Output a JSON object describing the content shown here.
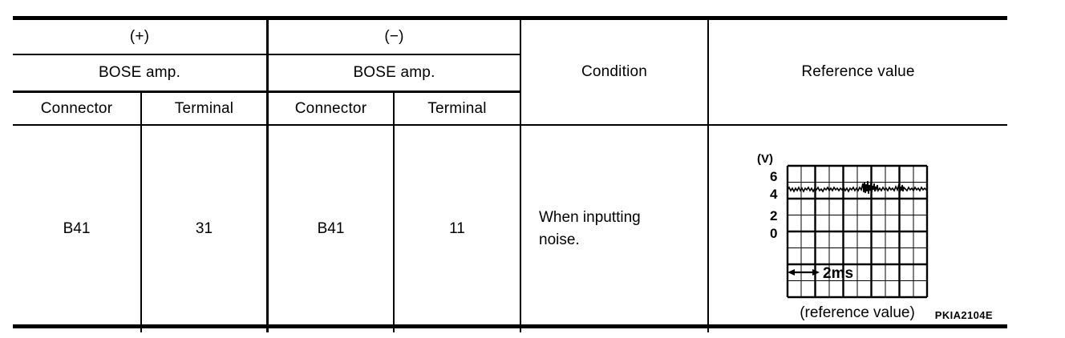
{
  "table": {
    "header": {
      "polarity_positive": "(+)",
      "polarity_negative": "(−)",
      "amp_positive": "BOSE amp.",
      "amp_negative": "BOSE amp.",
      "connector_positive": "Connector",
      "terminal_positive": "Terminal",
      "connector_negative": "Connector",
      "terminal_negative": "Terminal",
      "condition": "Condition",
      "reference_value": "Reference value"
    },
    "rows": [
      {
        "connector_positive": "B41",
        "terminal_positive": "31",
        "connector_negative": "B41",
        "terminal_negative": "11",
        "condition_line1": "When inputting",
        "condition_line2": "noise.",
        "reference": {
          "caption": "(reference value)",
          "figure_code": "PKIA2104E"
        }
      }
    ]
  },
  "scope": {
    "unit_label": "(V)",
    "y_ticks": [
      "6",
      "4",
      "2",
      "0"
    ],
    "time_label": "2ms",
    "grid_columns": 10,
    "grid_rows": 8,
    "signal_level_v": 5,
    "description": "Noisy flat trace around 5 V with a noise burst near the middle of the sweep"
  },
  "colors": {
    "ink": "#000000",
    "background": "#ffffff"
  }
}
